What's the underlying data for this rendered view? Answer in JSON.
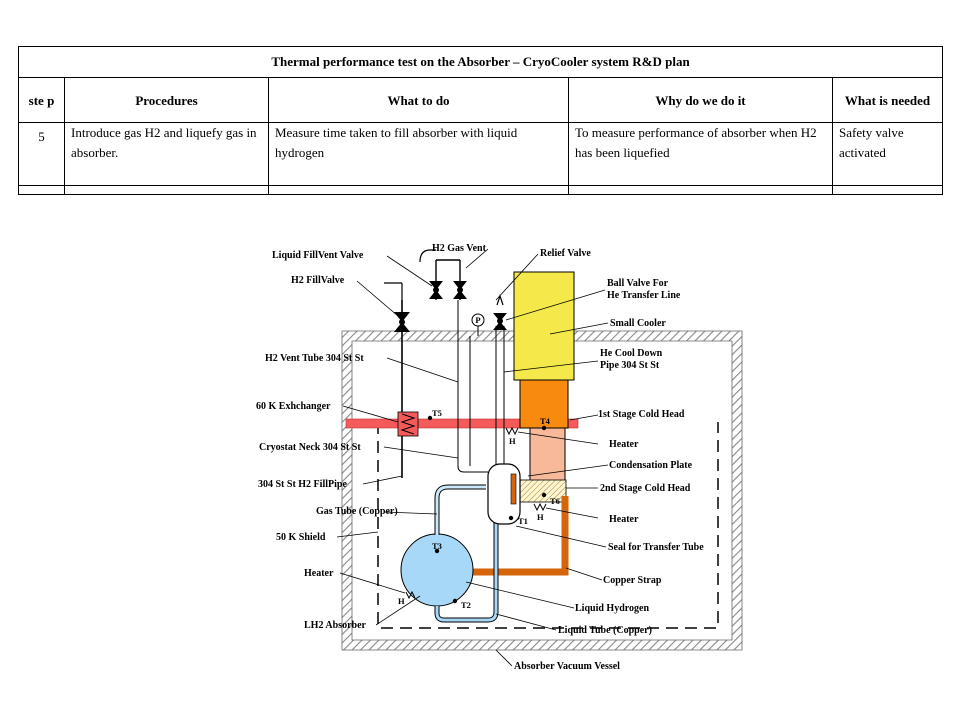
{
  "table": {
    "title": "Thermal performance test on the Absorber – CryoCooler system R&D plan",
    "headers": [
      "ste p",
      "Procedures",
      "What to do",
      "Why do we do it",
      "What is needed"
    ],
    "row": {
      "step": "5",
      "procedure": "Introduce gas H2 and liquefy gas in absorber.",
      "what": "Measure time taken to fill absorber with liquid hydrogen",
      "why": "To measure performance of absorber when H2 has been liquefied",
      "needed": "Safety valve activated"
    }
  },
  "diagram": {
    "labels": {
      "liquid_fill_vent_valve": "Liquid FillVent Valve",
      "h2_gas_vent": "H2 Gas Vent",
      "relief_valve": "Relief Valve",
      "h2_fill_valve": "H2 FillValve",
      "ball_valve_1": "Ball Valve For",
      "ball_valve_2": "He Transfer Line",
      "small_cooler": "Small Cooler",
      "h2_vent_tube": "H2 Vent Tube 304 St St",
      "he_cool_down_1": "He Cool Down",
      "he_cool_down_2": "Pipe 304 St St",
      "exchanger_60k": "60 K Exhchanger",
      "first_stage": "1st Stage Cold Head",
      "heater_1": "Heater",
      "cryostat_neck": "Cryostat Neck 304 St St",
      "condensation_plate": "Condensation Plate",
      "fill_pipe": "304 St St H2 FillPipe",
      "second_stage": "2nd Stage Cold Head",
      "gas_tube": "Gas Tube (Copper)",
      "heater_2": "Heater",
      "shield_50k": "50 K Shield",
      "seal": "Seal for Transfer Tube",
      "heater_3": "Heater",
      "copper_strap": "Copper Strap",
      "liquid_hydrogen": "Liquid Hydrogen",
      "lh2_absorber": "LH2 Absorber",
      "liquid_tube": "Liquid Tube (Copper)",
      "vacuum_vessel": "Absorber Vacuum Vessel"
    },
    "tags": {
      "t1": "T1",
      "t2": "T2",
      "t3": "T3",
      "t4": "T4",
      "t5": "T5",
      "t6": "T6",
      "h": "H",
      "p": "P"
    },
    "colors": {
      "cooler_yellow": "#f5e84a",
      "first_stage_orange": "#f98a10",
      "second_stage_peach": "#f8b89a",
      "exchanger_red": "#f65b5b",
      "absorber_blue": "#a8d8f8",
      "copper_strap": "#d4650a"
    }
  }
}
